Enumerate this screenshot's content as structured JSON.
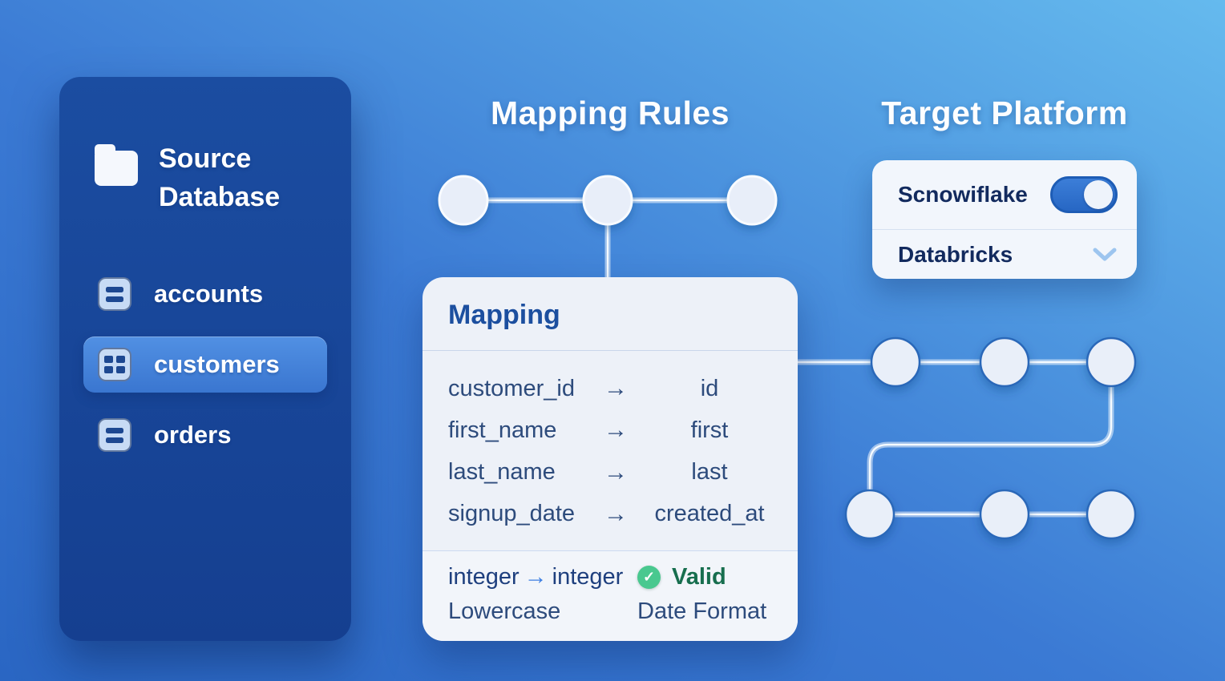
{
  "background": {
    "gradient_start": "#2a66c3",
    "gradient_end": "#65baee"
  },
  "sidebar": {
    "title": "Source Database",
    "items": [
      {
        "label": "accounts",
        "icon": "table-rows-icon",
        "active": false
      },
      {
        "label": "customers",
        "icon": "table-grid-icon",
        "active": true
      },
      {
        "label": "orders",
        "icon": "table-rows-icon",
        "active": false
      }
    ]
  },
  "mapping": {
    "section_title": "Mapping Rules",
    "card_title": "Mapping",
    "arrow_glyph": "→",
    "rows": [
      {
        "source": "customer_id",
        "target": "id"
      },
      {
        "source": "first_name",
        "target": "first"
      },
      {
        "source": "last_name",
        "target": "last"
      },
      {
        "source": "signup_date",
        "target": "created_at"
      }
    ],
    "footer": {
      "type_source": "integer",
      "type_target": "integer",
      "check_glyph": "✓",
      "status": "Valid",
      "transform_left": "Lowercase",
      "transform_right": "Date Format"
    }
  },
  "target": {
    "section_title": "Target Platform",
    "options": [
      {
        "label": "Scnowiflake",
        "control": "toggle",
        "state": "on"
      },
      {
        "label": "Databricks",
        "control": "chevron-down"
      }
    ]
  },
  "colors": {
    "accent_blue": "#2e70cc",
    "sidebar_bg": "#17479c",
    "active_item_bg": "#4486dc",
    "card_bg": "#edf1f8",
    "status_green": "#49c88f",
    "status_green_text": "#176e4e",
    "footer_arrow_blue": "#3c7ee2",
    "navy_text": "#2d4b7c",
    "title_blue": "#1c4f9f"
  }
}
